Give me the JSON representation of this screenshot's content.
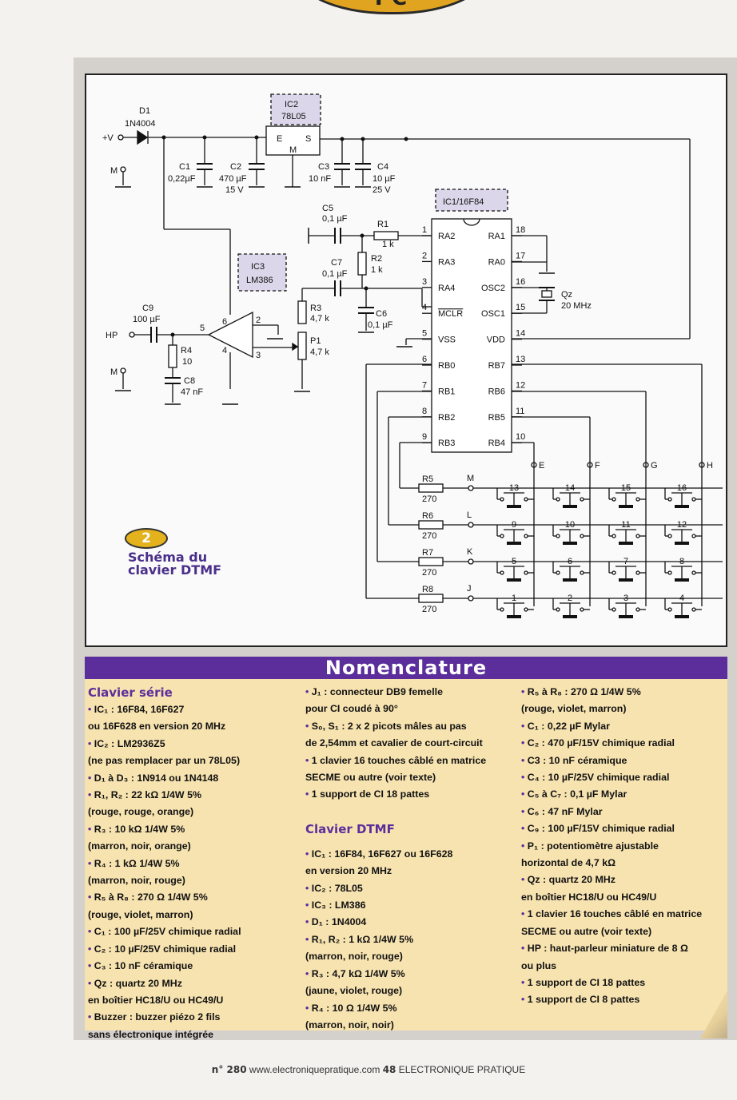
{
  "header_tab": "PC",
  "schematic": {
    "d1": "D1",
    "d1_part": "1N4004",
    "vplus": "+V",
    "m1": "M",
    "m2": "M",
    "ic2": "IC2",
    "ic2_part": "78L05",
    "reg_e": "E",
    "reg_s": "S",
    "reg_m": "M",
    "c1": "C1",
    "c1v": "0,22µF",
    "c2": "C2",
    "c2v": "470 µF",
    "c2v2": "15 V",
    "c3": "C3",
    "c3v": "10 nF",
    "c4": "C4",
    "c4v": "10 µF",
    "c4v2": "25 V",
    "c5": "C5",
    "c5v": "0,1 µF",
    "r1": "R1",
    "r1v": "1 k",
    "r2": "R2",
    "r2v": "1 k",
    "c7": "C7",
    "c7v": "0,1 µF",
    "c6": "C6",
    "c6v": "0,1 µF",
    "r3": "R3",
    "r3v": "4,7 k",
    "p1": "P1",
    "p1v": "4,7 k",
    "ic3": "IC3",
    "ic3_part": "LM386",
    "c9": "C9",
    "c9v": "100 µF",
    "hp": "HP",
    "r4": "R4",
    "r4v": "10",
    "c8": "C8",
    "c8v": "47 nF",
    "ic1": "IC1/16F84",
    "qz": "Qz",
    "qzv": "20 MHz",
    "pins_left": [
      "RA2",
      "RA3",
      "RA4",
      "MCLR",
      "VSS",
      "RB0",
      "RB1",
      "RB2",
      "RB3"
    ],
    "pins_left_num": [
      "1",
      "2",
      "3",
      "4",
      "5",
      "6",
      "7",
      "8",
      "9"
    ],
    "pins_right": [
      "RA1",
      "RA0",
      "OSC2",
      "OSC1",
      "VDD",
      "RB7",
      "RB6",
      "RB5",
      "RB4"
    ],
    "pins_right_num": [
      "18",
      "17",
      "16",
      "15",
      "14",
      "13",
      "12",
      "11",
      "10"
    ],
    "amp_pins": [
      "6",
      "2",
      "4",
      "3",
      "5"
    ],
    "cols": [
      "E",
      "F",
      "G",
      "H"
    ],
    "rows": [
      "M",
      "L",
      "K",
      "J"
    ],
    "row_res": [
      "R5",
      "R6",
      "R7",
      "R8"
    ],
    "row_res_val": [
      "270",
      "270",
      "270",
      "270"
    ],
    "keys": [
      "13",
      "14",
      "15",
      "16",
      "9",
      "10",
      "11",
      "12",
      "5",
      "6",
      "7",
      "8",
      "1",
      "2",
      "3",
      "4"
    ]
  },
  "figure": {
    "number": "2",
    "caption_line1": "Schéma du",
    "caption_line2": "clavier DTMF"
  },
  "nomenclature": {
    "title": "Nomenclature",
    "col1_heading": "Clavier série",
    "col1": [
      "• IC₁ : 16F84, 16F627",
      "ou 16F628 en version 20 MHz",
      "• IC₂ : LM2936Z5",
      "(ne pas remplacer par un 78L05)",
      "• D₁ à D₃ : 1N914 ou 1N4148",
      "• R₁, R₂ : 22 kΩ 1/4W 5%",
      "(rouge, rouge, orange)",
      "• R₃ : 10 kΩ 1/4W 5%",
      "(marron, noir, orange)",
      "• R₄ : 1 kΩ 1/4W 5%",
      "(marron, noir, rouge)",
      "• R₅ à R₈ : 270 Ω 1/4W 5%",
      "(rouge, violet, marron)",
      "• C₁ : 100 µF/25V chimique radial",
      "• C₂ : 10 µF/25V chimique radial",
      "• C₃ : 10 nF céramique",
      "• Qz : quartz 20 MHz",
      "en boîtier HC18/U ou HC49/U",
      "• Buzzer : buzzer piézo 2 fils",
      "sans électronique intégrée"
    ],
    "col2a": [
      "• J₁ : connecteur DB9 femelle",
      "pour CI coudé à 90°",
      "• S₀, S₁ : 2 x 2 picots mâles au pas",
      "de 2,54mm et cavalier de court-circuit",
      "• 1 clavier 16 touches câblé en matrice",
      "SECME ou autre (voir texte)",
      "• 1 support de CI 18 pattes"
    ],
    "col2_heading": "Clavier DTMF",
    "col2b": [
      "• IC₁ : 16F84, 16F627 ou 16F628",
      "en version 20 MHz",
      "• IC₂ : 78L05",
      "• IC₃ : LM386",
      "• D₁ : 1N4004",
      "• R₁, R₂ : 1 kΩ 1/4W 5%",
      "(marron, noir, rouge)",
      "• R₃ : 4,7 kΩ 1/4W 5%",
      "(jaune, violet, rouge)",
      "• R₄ : 10 Ω 1/4W 5%",
      "(marron, noir, noir)"
    ],
    "col3": [
      "• R₅ à R₈ : 270 Ω 1/4W 5%",
      "(rouge, violet, marron)",
      "• C₁ : 0,22 µF Mylar",
      "• C₂ : 470 µF/15V chimique radial",
      "• C3 : 10 nF céramique",
      "• C₄ : 10 µF/25V chimique radial",
      "• C₅ à C₇ : 0,1 µF Mylar",
      "• C₆ : 47 nF Mylar",
      "• C₉ : 100 µF/15V chimique radial",
      "• P₁ : potentiomètre ajustable",
      "horizontal de 4,7 kΩ",
      "• Qz : quartz 20 MHz",
      "en boîtier HC18/U ou HC49/U",
      "• 1 clavier 16 touches câblé en matrice",
      "SECME ou autre (voir texte)",
      "• HP : haut-parleur miniature de 8 Ω",
      "ou plus",
      "• 1 support de CI 18 pattes",
      "• 1 support de CI 8 pattes"
    ]
  },
  "footer": {
    "issue": "n° 280",
    "url": "www.electroniquepratique.com",
    "page": "48",
    "magazine": "ELECTRONIQUE PRATIQUE"
  }
}
